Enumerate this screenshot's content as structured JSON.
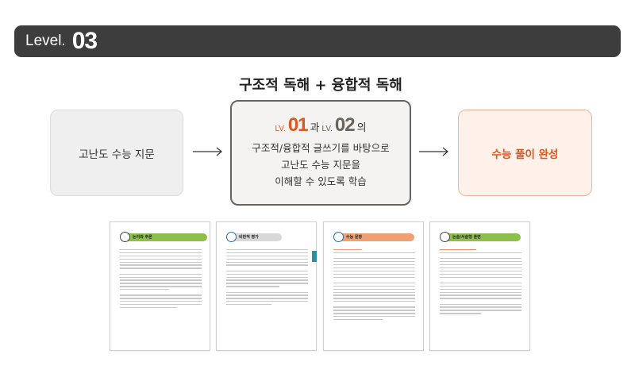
{
  "header": {
    "level_word": "Level.",
    "level_num": "03"
  },
  "heading": "구조적 독해 + 융합적 독해",
  "left_box": {
    "text": "고난도 수능 지문"
  },
  "center_box": {
    "lv_prefix_1": "LV.",
    "lv_num_1": "01",
    "connector": "과",
    "lv_prefix_2": "LV.",
    "lv_num_2": "02",
    "suffix": "의",
    "line1": "구조적/융합적 글쓰기를 바탕으로",
    "line2": "고난도 수능 지문을",
    "line3": "이해할 수 있도록 학습"
  },
  "right_box": {
    "text": "수능 풀이 완성"
  },
  "pages": [
    {
      "title": "논리와 추론",
      "accent": "#8cc04a"
    },
    {
      "title": "비판적 평가",
      "accent": "#d8d8d8"
    },
    {
      "title": "수능 문항",
      "accent": "#f0a070"
    },
    {
      "title": "논술/서술형 훈련",
      "accent": "#8cc04a"
    }
  ],
  "colors": {
    "bar": "#3d3d3d",
    "accent_orange": "#e0561c",
    "lv_dark": "#6a625c",
    "center_border": "#6a625c"
  }
}
